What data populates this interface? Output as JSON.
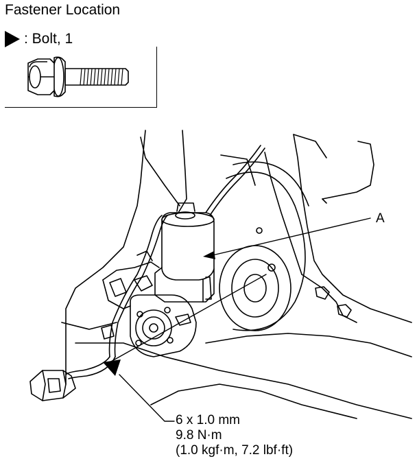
{
  "header": {
    "title": "Fastener Location",
    "legend_label": ": Bolt, 1"
  },
  "callouts": {
    "part_label": "A",
    "bolt_size": "6 x 1.0 mm",
    "torque_nm": "9.8 N·m",
    "torque_alt": "(1.0 kgf·m, 7.2 lbf·ft)"
  },
  "icons": {
    "legend_marker": "bolt-triangle-icon",
    "bolt_drawing": "flange-bolt-icon"
  },
  "colors": {
    "ink": "#000000",
    "paper": "#ffffff"
  }
}
